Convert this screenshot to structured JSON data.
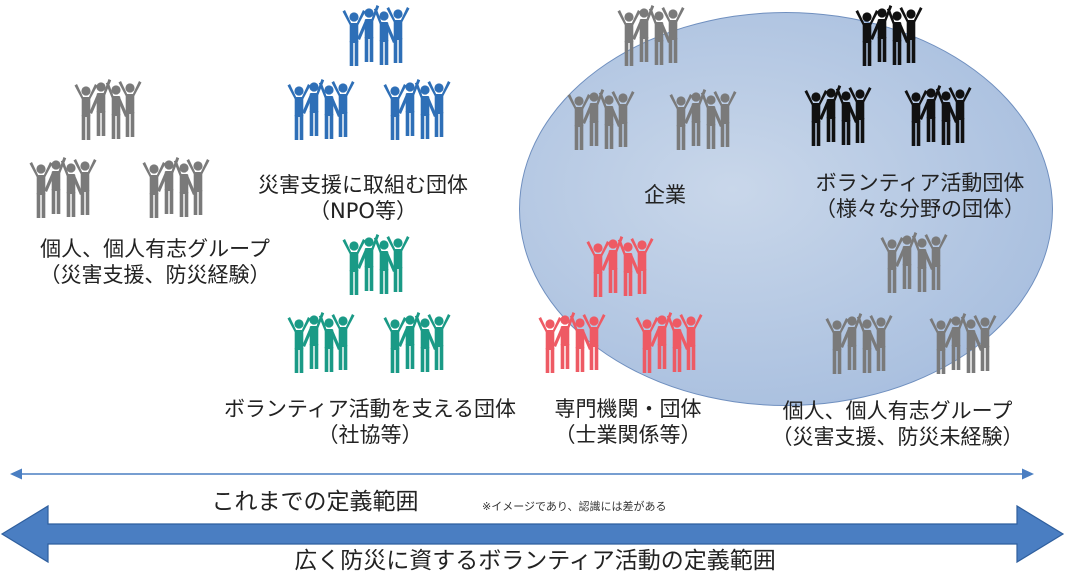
{
  "colors": {
    "gray": "#7a7a7a",
    "blue": "#2e6fb7",
    "teal": "#1a9a86",
    "red": "#ee5a64",
    "black": "#111111",
    "arrow": "#4a7ec2",
    "ellipse_fill": "#b2c6e2",
    "ellipse_stroke": "#6f8fbf"
  },
  "groups": {
    "individuals_left": {
      "line1": "個人、個人有志グループ",
      "line2": "（災害支援、防災経験）",
      "icon": "people-group-icon",
      "color_key": "gray"
    },
    "disaster_support_orgs": {
      "line1": "災害支援に取組む団体",
      "line2": "（NPO等）",
      "icon": "people-group-icon",
      "color_key": "blue"
    },
    "volunteer_support_orgs": {
      "line1": "ボランティア活動を支える団体",
      "line2": "（社協等）",
      "icon": "people-group-icon",
      "color_key": "teal"
    },
    "specialist_orgs": {
      "line1": "専門機関・団体",
      "line2": "（士業関係等）",
      "icon": "people-group-icon",
      "color_key": "red"
    },
    "companies": {
      "line1": "企業",
      "icon": "people-group-icon",
      "color_key": "gray"
    },
    "volunteer_groups": {
      "line1": "ボランティア活動団体",
      "line2": "（様々な分野の団体）",
      "icon": "people-group-icon",
      "color_key": "black"
    },
    "individuals_right": {
      "line1": "個人、個人有志グループ",
      "line2": "（災害支援、防災未経験）",
      "icon": "people-group-icon",
      "color_key": "gray"
    }
  },
  "arrows": {
    "previous_scope_label": "これまでの定義範囲",
    "note": "※イメージであり、認識には差がある",
    "broad_scope_label": "広く防災に資するボランティア活動の定義範囲"
  }
}
